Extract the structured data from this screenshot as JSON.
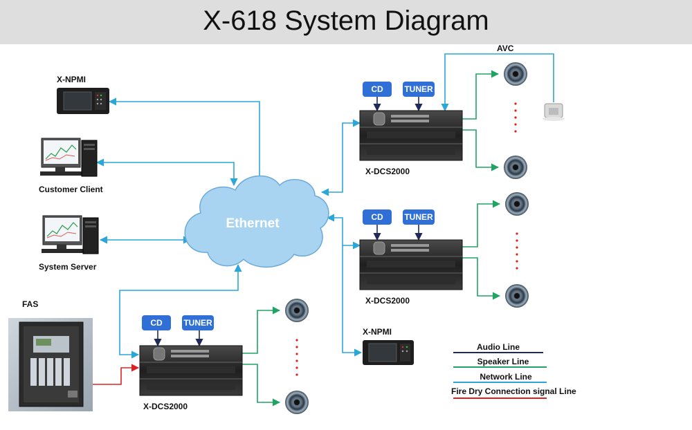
{
  "title": "X-618 System Diagram",
  "cloud_label": "Ethernet",
  "devices": {
    "npmi_top": "X-NPMI",
    "customer_client": "Customer Client",
    "system_server": "System Server",
    "fas": "FAS",
    "dcs_top": "X-DCS2000",
    "dcs_mid": "X-DCS2000",
    "dcs_bottom": "X-DCS2000",
    "npmi_bottom": "X-NPMI",
    "avc": "AVC"
  },
  "sources": {
    "cd": "CD",
    "tuner": "TUNER"
  },
  "legend": [
    {
      "label": "Audio Line",
      "color": "#1f2a5a"
    },
    {
      "label": "Speaker Line",
      "color": "#1fa463"
    },
    {
      "label": "Network Line",
      "color": "#2aa6d8"
    },
    {
      "label": "Fire Dry Connection signal Line",
      "color": "#e02020"
    }
  ],
  "colors": {
    "network": "#2aa6d8",
    "speaker": "#1fa463",
    "audio": "#1f2a5a",
    "fire": "#e02020",
    "cloud": "#a8d4f2",
    "source_button": "#2f6fd6",
    "title_bar": "#dedede"
  }
}
